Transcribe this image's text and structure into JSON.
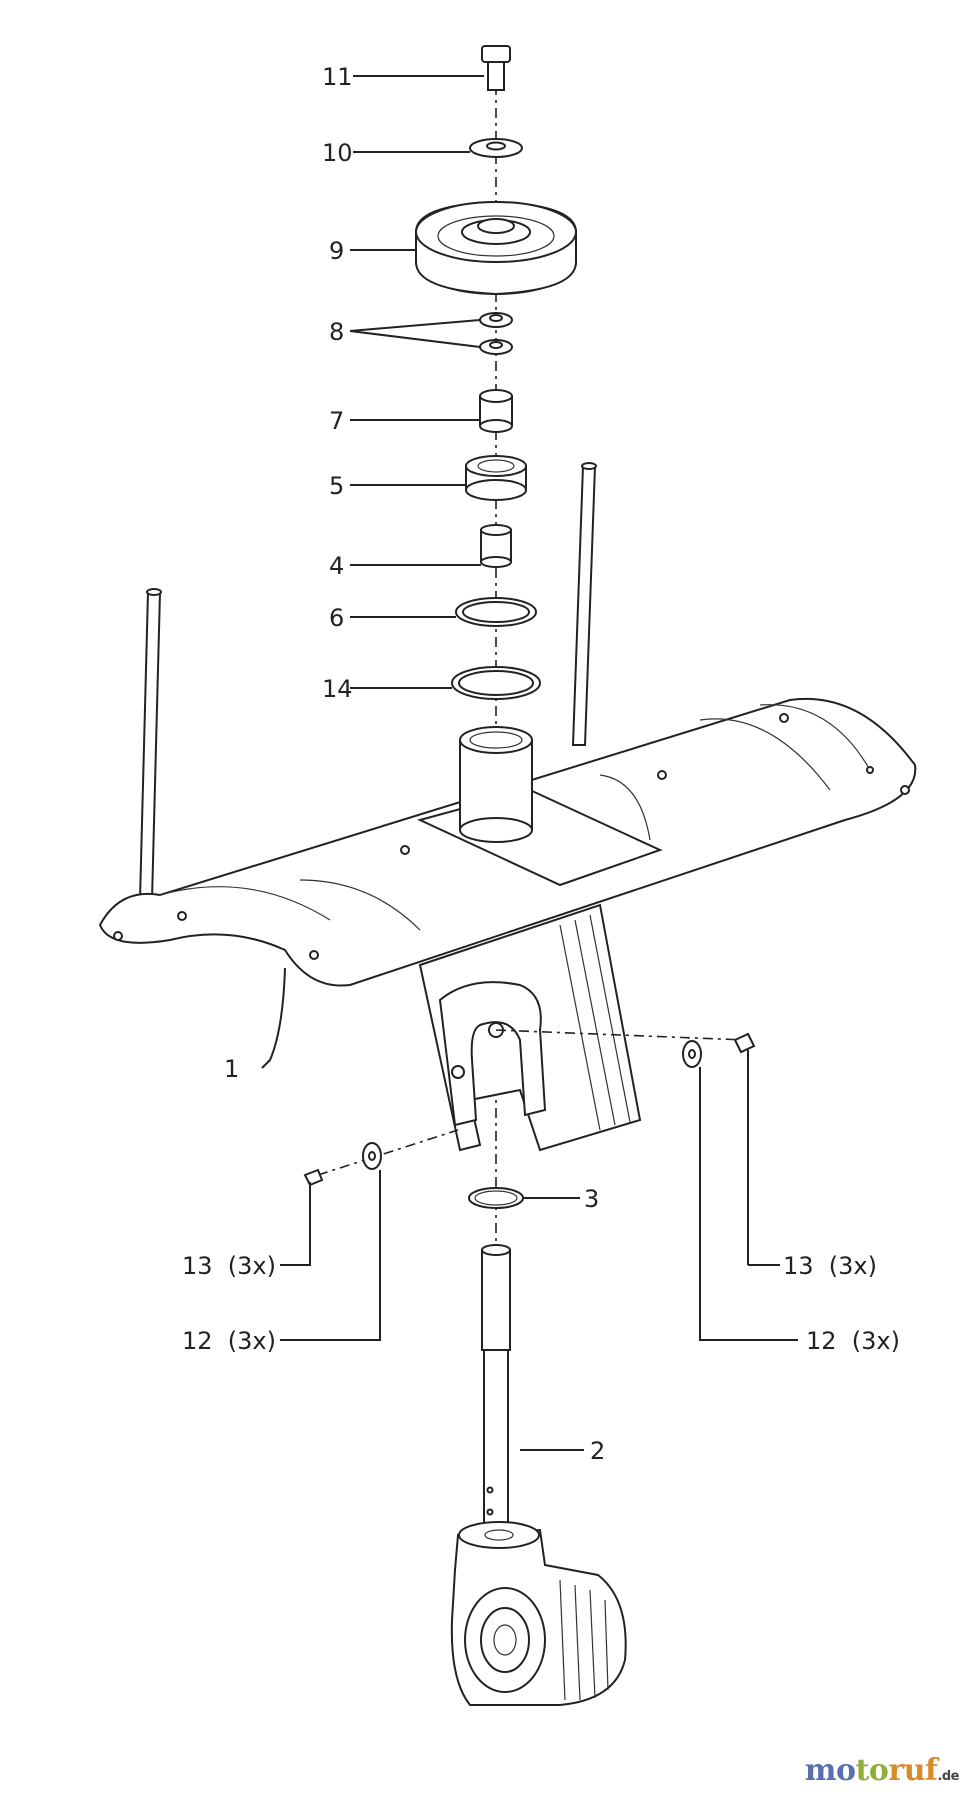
{
  "labels": {
    "p11": "11",
    "p10": "10",
    "p9": "9",
    "p8": "8",
    "p7": "7",
    "p5": "5",
    "p4": "4",
    "p6": "6",
    "p14": "14",
    "p1": "1",
    "p3": "3",
    "p13_left": "13  (3x)",
    "p12_left": "12  (3x)",
    "p13_right": "13  (3x)",
    "p12_right": "12  (3x)",
    "p2": "2"
  },
  "watermark": {
    "part1": "mo",
    "part2": "to",
    "part3": "ruf",
    "tld": ".de",
    "colors": {
      "blue": "#5b6fb0",
      "green": "#8fae3c",
      "orange": "#d98a2b"
    }
  }
}
